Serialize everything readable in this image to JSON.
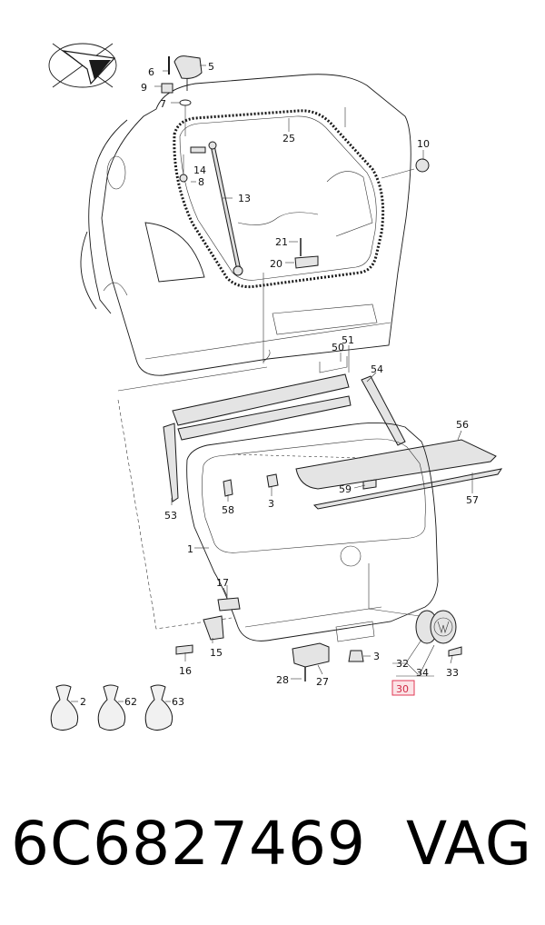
{
  "callouts": [
    "6",
    "5",
    "9",
    "7",
    "25",
    "10",
    "14",
    "8",
    "13",
    "21",
    "20",
    "50",
    "51",
    "54",
    "56",
    "59",
    "53",
    "58",
    "3",
    "57",
    "1",
    "17",
    "15",
    "16",
    "28",
    "27",
    "3",
    "32",
    "34",
    "33",
    "2",
    "62",
    "63"
  ],
  "highlight_label": "30",
  "footer": {
    "part_number": "6C6827469",
    "brand": "VAG"
  }
}
